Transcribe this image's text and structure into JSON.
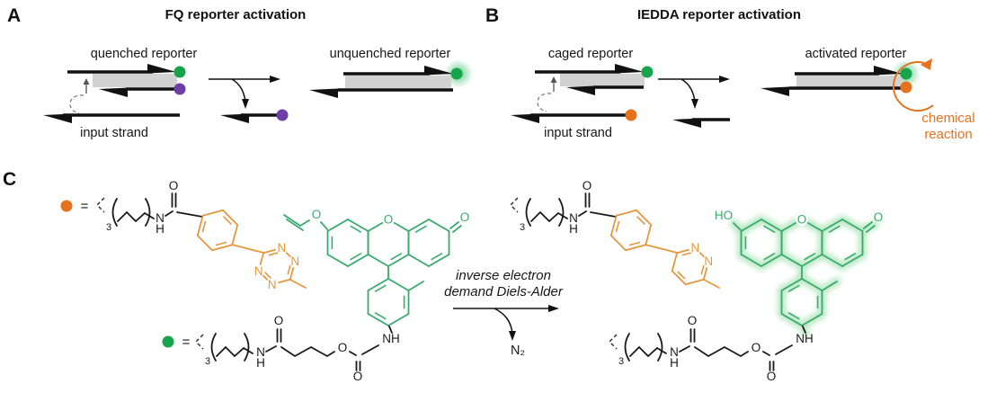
{
  "panels": {
    "a": {
      "letter": "A",
      "title": "FQ reporter activation",
      "quenched_label": "quenched reporter",
      "unquenched_label": "unquenched reporter",
      "input_label": "input strand"
    },
    "b": {
      "letter": "B",
      "title": "IEDDA reporter activation",
      "caged_label": "caged reporter",
      "activated_label": "activated reporter",
      "input_label": "input strand",
      "chem_line1": "chemical",
      "chem_line2": "reaction"
    },
    "c": {
      "letter": "C",
      "eq": "=",
      "repeat_sub": "3",
      "reaction_line1": "inverse electron",
      "reaction_line2": "demand Diels-Alder",
      "byproduct": "N₂",
      "atoms": {
        "O": "O",
        "N": "N",
        "H": "H",
        "NH": "NH",
        "HO": "HO"
      }
    }
  },
  "colors": {
    "orange": "#E4721E",
    "orange_struct": "#E5973F",
    "green_dot": "#18A44B",
    "green_struct": "#38AB6C",
    "green_glow": "#9CDFAC",
    "purple": "#6C3FA4",
    "duplex": "#D2D2D2",
    "ink": "#1A1A1A"
  }
}
